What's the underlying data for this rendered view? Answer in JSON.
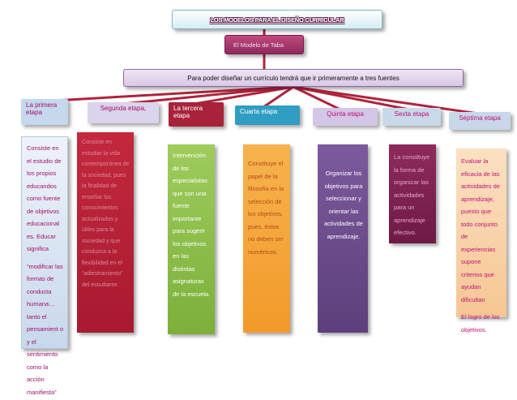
{
  "title": "LOS  MODELOS PARA EL DISEÑO CURRICULAR",
  "model": "El Modelo de Taba",
  "intro": "Para poder diseñar un currículo tendrá que ir primeramente a tres fuentes",
  "stages": [
    {
      "label": "La primera etapa",
      "color": "#c0d4ea",
      "text_color": "#a0106a",
      "content": [
        "Consiste en el estudio de los propios educandos como fuente de objetivos educacional es. Educar significa",
        "“modificar las formas de conducta humana… tanto el pensamient o y el sentimiento como la acción manifiesta”"
      ]
    },
    {
      "label": "Segunda etapa,",
      "color": "#d8d0ea",
      "text_color": "#a0106a",
      "content": [
        "Consiste en estudiar la vida contemporánea de la sociedad, pues la finalidad de enseñar los conocimientos actualizados y útiles para la sociedad y que conduzca a la flexibilidad en el “adiestramiento” del estudiante."
      ]
    },
    {
      "label": "La tercera etapa",
      "color": "#a8233a",
      "text_color": "#ffffff",
      "content": [
        "Intervención de los especialistas que son una fuente importante para sugerir los objetivos en las distintas asignaturas de la escuela."
      ]
    },
    {
      "label": "Cuarta etapa",
      "color": "#2f9ec2",
      "text_color": "#ffffff",
      "content": [
        "Constituye el papel de la filosofía en la selección de los objetivos, pues, éstos no deben ser numéricos."
      ]
    },
    {
      "label": "Quinta etapa",
      "color": "#d0c2e3",
      "text_color": "#c0107a",
      "content": [
        "Organizar los objetivos para seleccionar y orientar las actividades de aprendizaje."
      ]
    },
    {
      "label": "Sexta etapa",
      "color": "#c9d9ea",
      "text_color": "#c0107a",
      "content": [
        "La constituye la forma de organizar las actividades para un aprendizaje efectivo."
      ]
    },
    {
      "label": "Séptima etapa",
      "color": "#c8d8ea",
      "text_color": "#c0107a",
      "content": [
        "Evaluar la eficacia de las actividades de aprendizaje, puesto que todo conjunto de experiencias supone criterios que ayudan dificultan",
        "El logro de los objetivos."
      ]
    }
  ]
}
